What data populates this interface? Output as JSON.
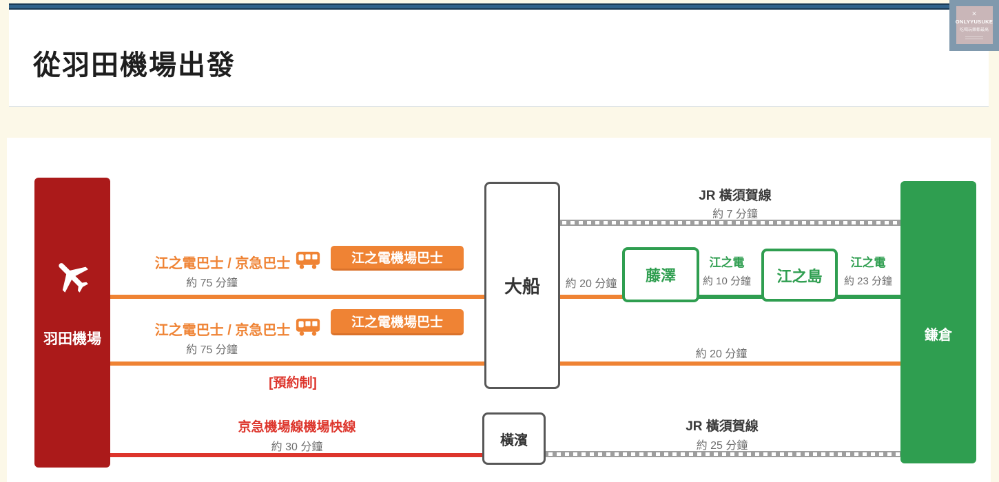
{
  "page": {
    "title": "從羽田機場出發"
  },
  "watermark": {
    "icon": "✕",
    "brand": "ONLYYUSUKE",
    "tagline": "吃喝玩樂都最高"
  },
  "diagram": {
    "origin": {
      "label": "羽田機場"
    },
    "destination": {
      "label": "鎌倉"
    },
    "stations": {
      "ofuna": "大船",
      "yokohama": "橫濱",
      "fujisawa": "藤澤",
      "enoshima": "江之島"
    },
    "bus_route_1": {
      "operator": "江之電巴士 / 京急巴士",
      "duration": "約 75 分鐘",
      "badge": "江之電機場巴士"
    },
    "bus_route_2": {
      "operator": "江之電巴士 / 京急巴士",
      "duration": "約 75 分鐘",
      "badge": "江之電機場巴士",
      "note": "[預約制]"
    },
    "keikyu_route": {
      "name": "京急機場線機場快線",
      "duration": "約 30 分鐘"
    },
    "jr_top": {
      "name": "JR 橫須賀線",
      "duration": "約 7 分鐘"
    },
    "jr_bottom": {
      "name": "JR 橫須賀線",
      "duration": "約 25 分鐘"
    },
    "segment_ofuna_fujisawa": {
      "duration": "約 20 分鐘"
    },
    "enoden_1": {
      "name": "江之電",
      "duration": "約 10 分鐘"
    },
    "enoden_2": {
      "name": "江之電",
      "duration": "約 23 分鐘"
    },
    "segment_ofuna_kamakura": {
      "duration": "約 20 分鐘"
    },
    "colors": {
      "origin_red": "#ab1a1a",
      "route_red": "#dd352c",
      "route_orange": "#ef8334",
      "route_green": "#2f9e50",
      "rail_gray": "#9e9e9e",
      "text_gray": "#6e6e6e",
      "topbar_blue": "#31628b",
      "badge_outer": "#8099ad",
      "badge_inner": "#c9b6b8",
      "page_cream": "#fcf8e8"
    }
  }
}
